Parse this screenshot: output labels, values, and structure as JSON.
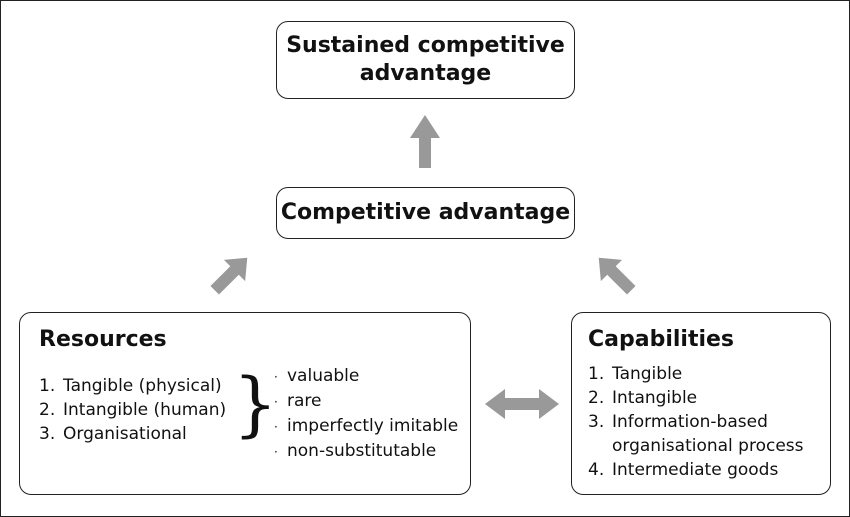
{
  "top_box": {
    "line1": "Sustained competitive",
    "line2": "advantage"
  },
  "middle_box": {
    "title": "Competitive advantage"
  },
  "resources": {
    "title": "Resources",
    "items": [
      {
        "num": "1.",
        "text": "Tangible (physical)"
      },
      {
        "num": "2.",
        "text": "Intangible (human)"
      },
      {
        "num": "3.",
        "text": "Organisational"
      }
    ],
    "bullet": "·",
    "attributes": [
      "valuable",
      "rare",
      "imperfectly imitable",
      "non-substitutable"
    ]
  },
  "capabilities": {
    "title": "Capabilities",
    "items": [
      {
        "num": "1.",
        "text": "Tangible"
      },
      {
        "num": "2.",
        "text": "Intangible"
      },
      {
        "num": "3.",
        "text": "Information-based",
        "cont": "organisational process"
      },
      {
        "num": "4.",
        "text": "Intermediate goods"
      }
    ]
  },
  "colors": {
    "arrow": "#999999",
    "border": "#222222"
  }
}
